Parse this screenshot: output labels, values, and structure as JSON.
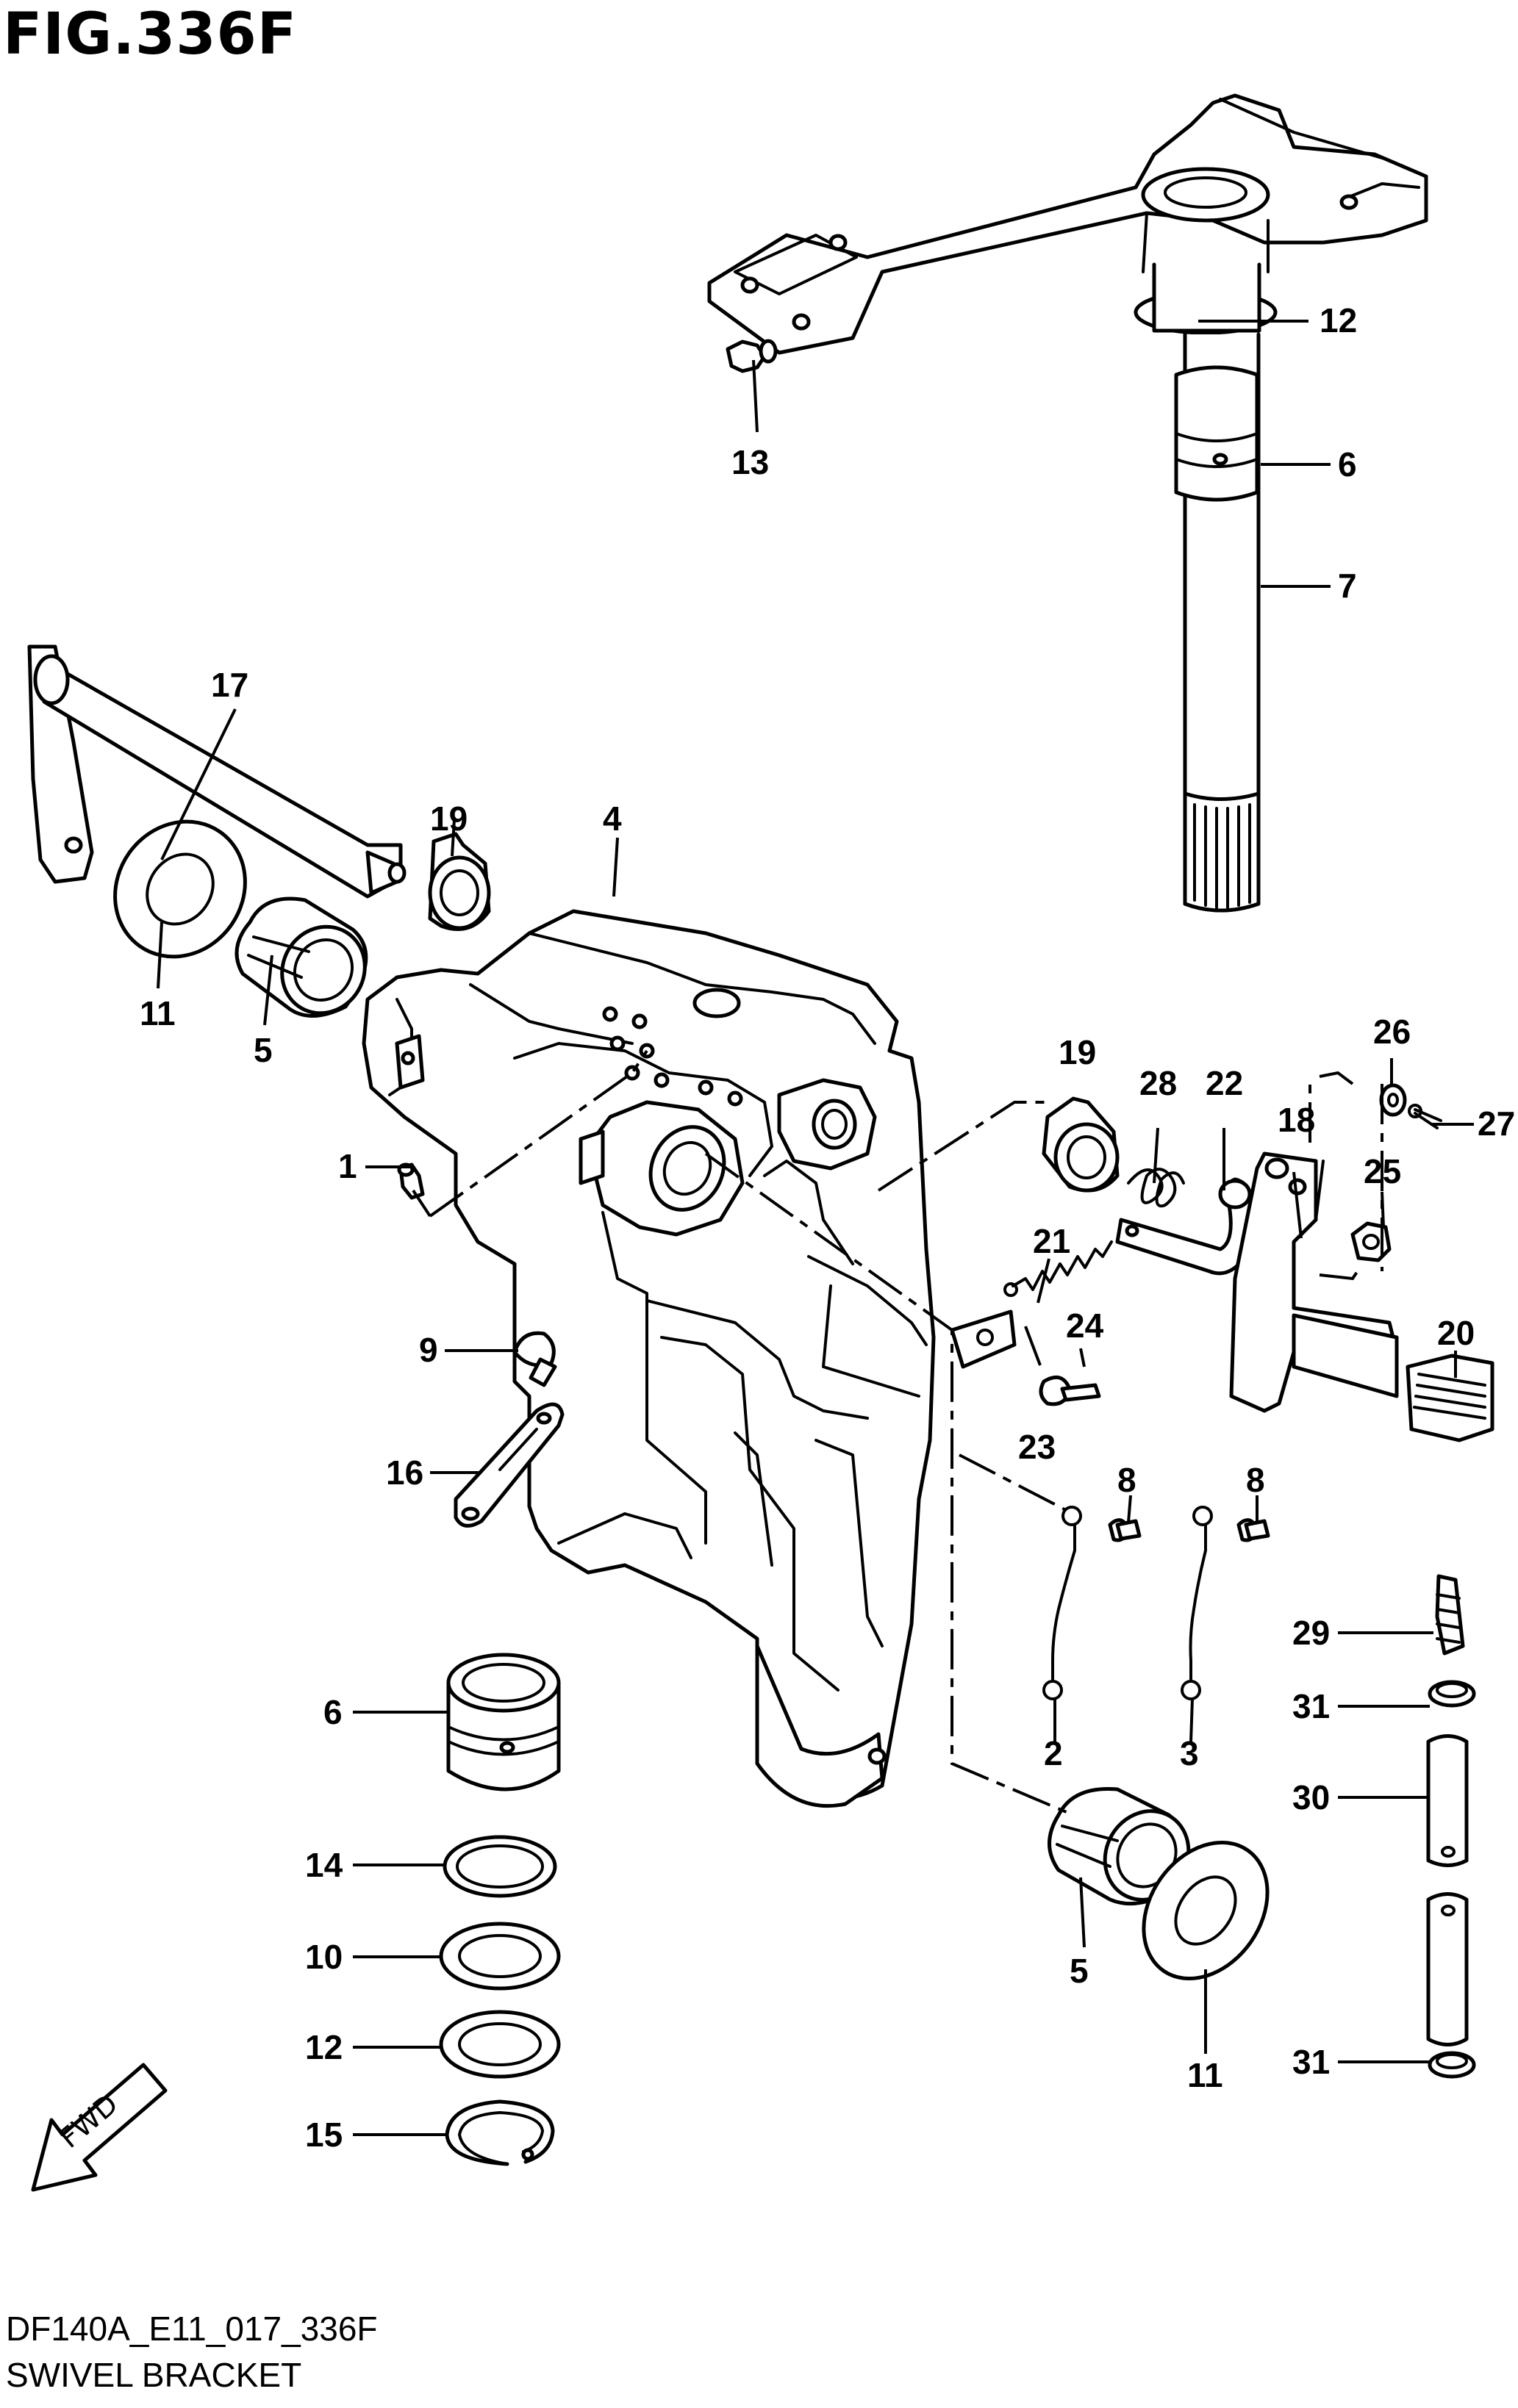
{
  "figure": {
    "title": "FIG.336F",
    "code": "DF140A_E11_017_336F",
    "name": "SWIVEL BRACKET",
    "direction_label": "FWD"
  },
  "callouts": [
    {
      "id": "c1",
      "label": "1"
    },
    {
      "id": "c2",
      "label": "2"
    },
    {
      "id": "c3",
      "label": "3"
    },
    {
      "id": "c4",
      "label": "4"
    },
    {
      "id": "c5a",
      "label": "5"
    },
    {
      "id": "c5b",
      "label": "5"
    },
    {
      "id": "c6a",
      "label": "6"
    },
    {
      "id": "c6b",
      "label": "6"
    },
    {
      "id": "c7",
      "label": "7"
    },
    {
      "id": "c8a",
      "label": "8"
    },
    {
      "id": "c8b",
      "label": "8"
    },
    {
      "id": "c9",
      "label": "9"
    },
    {
      "id": "c10",
      "label": "10"
    },
    {
      "id": "c11a",
      "label": "11"
    },
    {
      "id": "c11b",
      "label": "11"
    },
    {
      "id": "c12a",
      "label": "12"
    },
    {
      "id": "c12b",
      "label": "12"
    },
    {
      "id": "c13",
      "label": "13"
    },
    {
      "id": "c14",
      "label": "14"
    },
    {
      "id": "c15",
      "label": "15"
    },
    {
      "id": "c16",
      "label": "16"
    },
    {
      "id": "c17",
      "label": "17"
    },
    {
      "id": "c18",
      "label": "18"
    },
    {
      "id": "c19a",
      "label": "19"
    },
    {
      "id": "c19b",
      "label": "19"
    },
    {
      "id": "c20",
      "label": "20"
    },
    {
      "id": "c21",
      "label": "21"
    },
    {
      "id": "c22",
      "label": "22"
    },
    {
      "id": "c23",
      "label": "23"
    },
    {
      "id": "c24",
      "label": "24"
    },
    {
      "id": "c25",
      "label": "25"
    },
    {
      "id": "c26",
      "label": "26"
    },
    {
      "id": "c27",
      "label": "27"
    },
    {
      "id": "c28",
      "label": "28"
    },
    {
      "id": "c29",
      "label": "29"
    },
    {
      "id": "c30",
      "label": "30"
    },
    {
      "id": "c31a",
      "label": "31"
    },
    {
      "id": "c31b",
      "label": "31"
    }
  ]
}
